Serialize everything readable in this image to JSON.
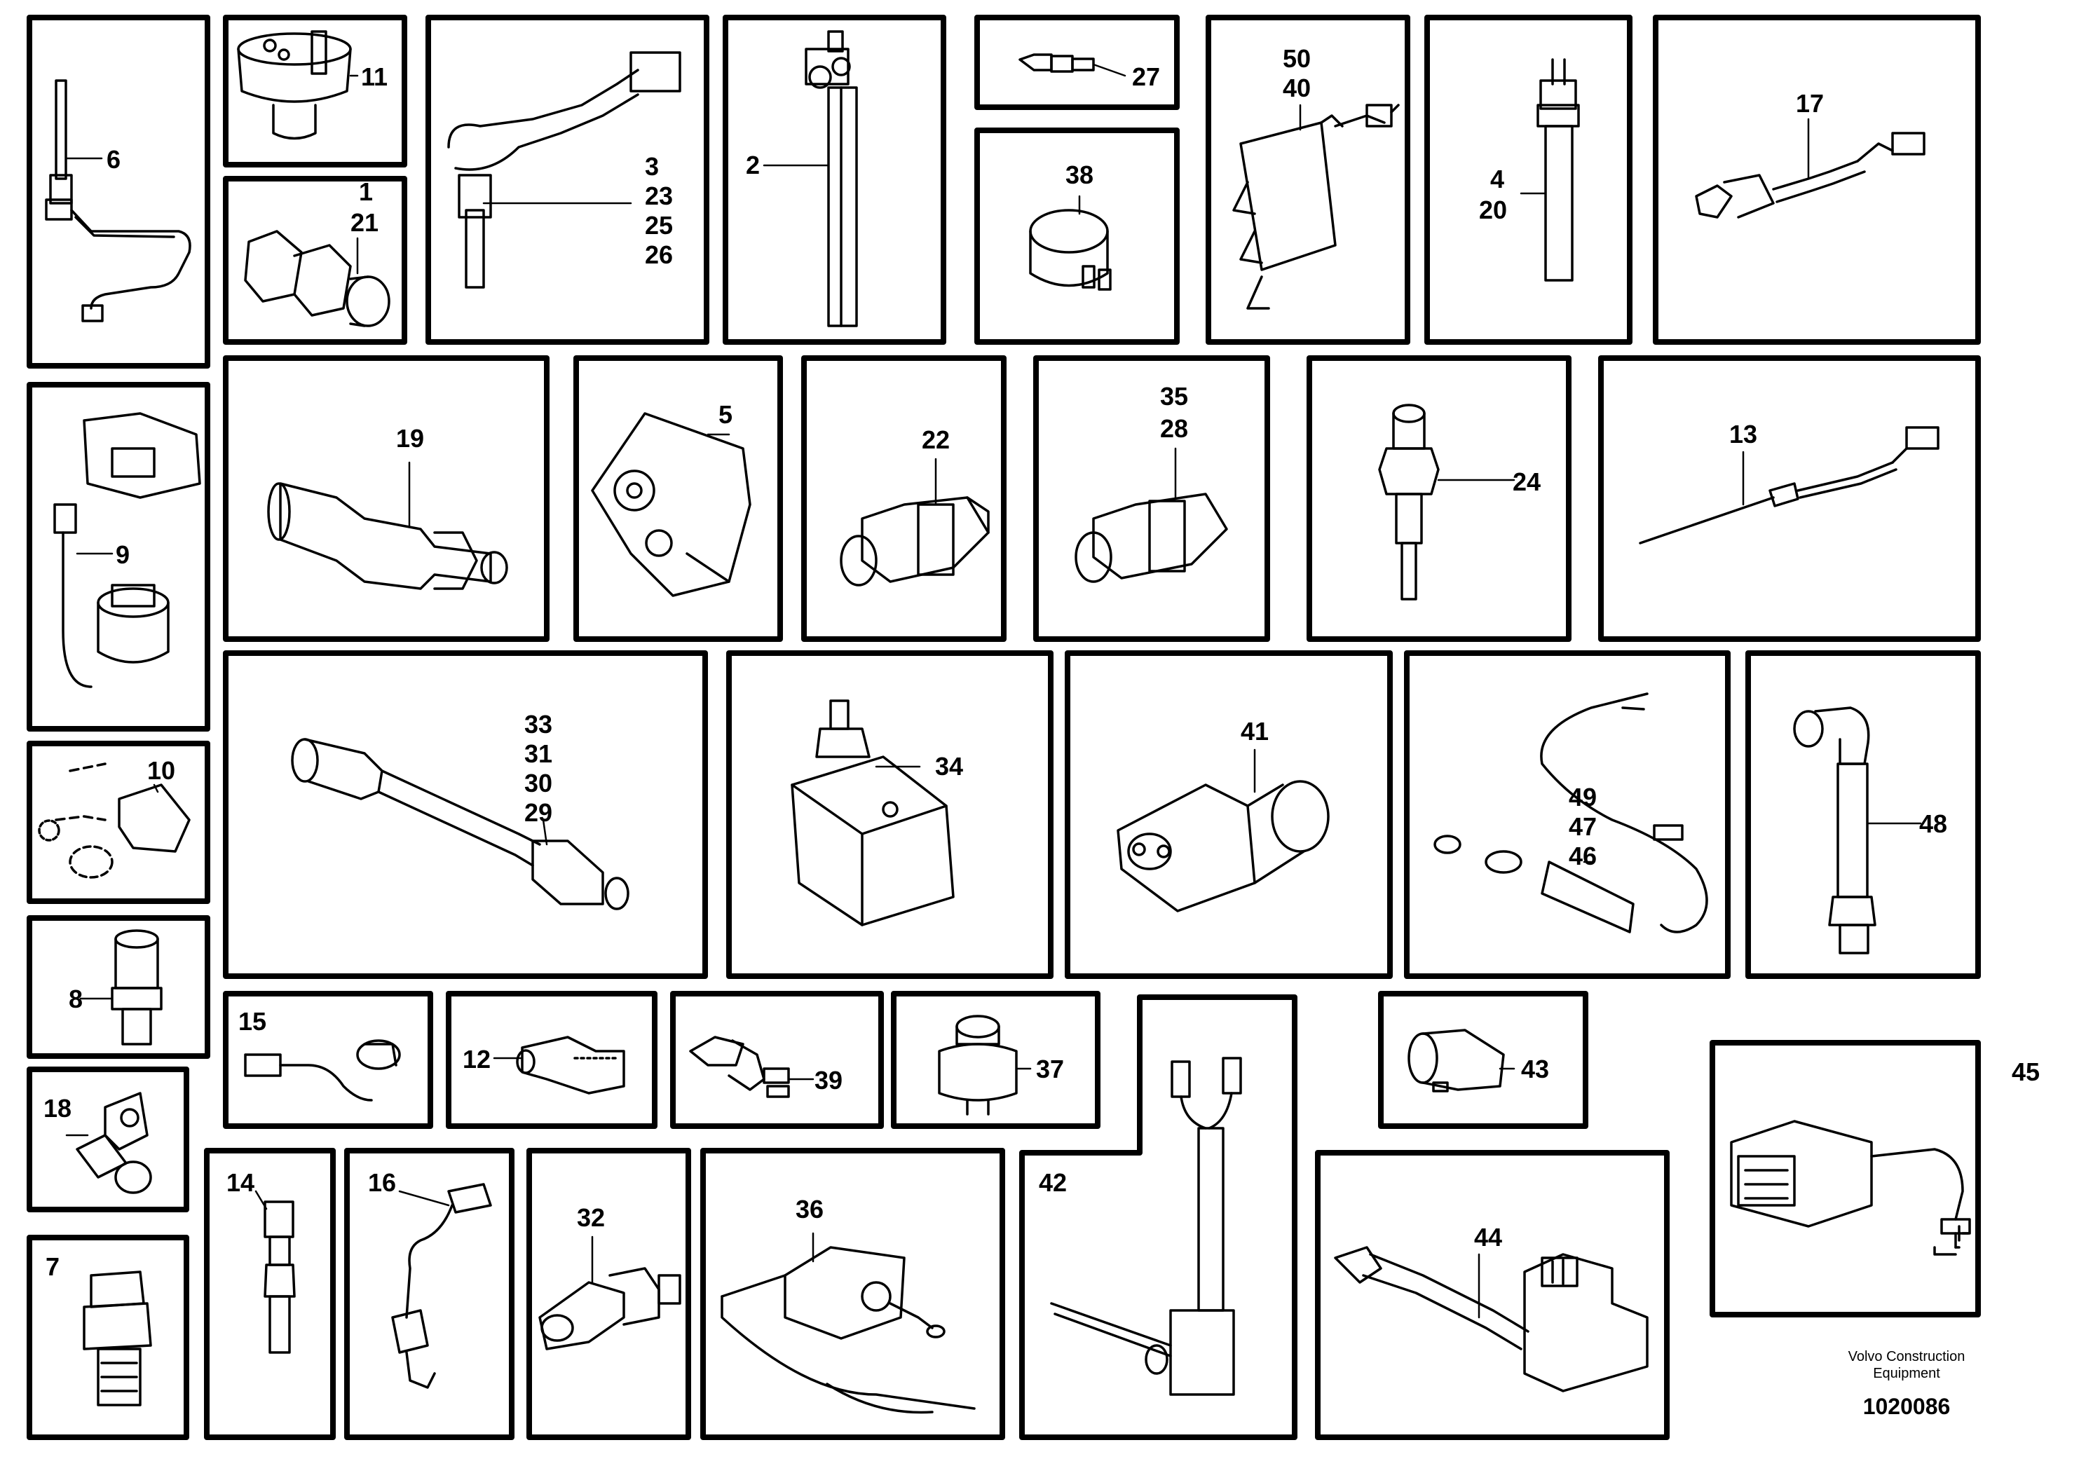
{
  "panels": [
    {
      "id": "p6",
      "labels": [
        "6"
      ]
    },
    {
      "id": "p11",
      "labels": [
        "11"
      ]
    },
    {
      "id": "p1-21",
      "labels": [
        "1",
        "21"
      ]
    },
    {
      "id": "p3",
      "labels": [
        "3",
        "23",
        "25",
        "26"
      ]
    },
    {
      "id": "p2",
      "labels": [
        "2"
      ]
    },
    {
      "id": "p27",
      "labels": [
        "27"
      ]
    },
    {
      "id": "p38",
      "labels": [
        "38"
      ]
    },
    {
      "id": "p50-40",
      "labels": [
        "50",
        "40"
      ]
    },
    {
      "id": "p4-20",
      "labels": [
        "4",
        "20"
      ]
    },
    {
      "id": "p17",
      "labels": [
        "17"
      ]
    },
    {
      "id": "p9",
      "labels": [
        "9"
      ]
    },
    {
      "id": "p19",
      "labels": [
        "19"
      ]
    },
    {
      "id": "p5",
      "labels": [
        "5"
      ]
    },
    {
      "id": "p22",
      "labels": [
        "22"
      ]
    },
    {
      "id": "p35-28",
      "labels": [
        "35",
        "28"
      ]
    },
    {
      "id": "p24",
      "labels": [
        "24"
      ]
    },
    {
      "id": "p13",
      "labels": [
        "13"
      ]
    },
    {
      "id": "p10",
      "labels": [
        "10"
      ]
    },
    {
      "id": "p33",
      "labels": [
        "33",
        "31",
        "30",
        "29"
      ]
    },
    {
      "id": "p34",
      "labels": [
        "34"
      ]
    },
    {
      "id": "p41",
      "labels": [
        "41"
      ]
    },
    {
      "id": "p49",
      "labels": [
        "49",
        "47",
        "46"
      ]
    },
    {
      "id": "p48",
      "labels": [
        "48"
      ]
    },
    {
      "id": "p8",
      "labels": [
        "8"
      ]
    },
    {
      "id": "p15",
      "labels": [
        "15"
      ]
    },
    {
      "id": "p12",
      "labels": [
        "12"
      ]
    },
    {
      "id": "p39",
      "labels": [
        "39"
      ]
    },
    {
      "id": "p37",
      "labels": [
        "37"
      ]
    },
    {
      "id": "p43",
      "labels": [
        "43"
      ]
    },
    {
      "id": "p18",
      "labels": [
        "18"
      ]
    },
    {
      "id": "p45",
      "labels": [
        "45"
      ]
    },
    {
      "id": "p14",
      "labels": [
        "14"
      ]
    },
    {
      "id": "p16",
      "labels": [
        "16"
      ]
    },
    {
      "id": "p32",
      "labels": [
        "32"
      ]
    },
    {
      "id": "p36",
      "labels": [
        "36"
      ]
    },
    {
      "id": "p42",
      "labels": [
        "42"
      ]
    },
    {
      "id": "p44",
      "labels": [
        "44"
      ]
    },
    {
      "id": "p7",
      "labels": [
        "7"
      ]
    }
  ],
  "footer": {
    "company_line1": "Volvo Construction",
    "company_line2": "Equipment",
    "drawing_number": "1020086"
  },
  "colors": {
    "line": "#000000",
    "background": "#ffffff"
  }
}
